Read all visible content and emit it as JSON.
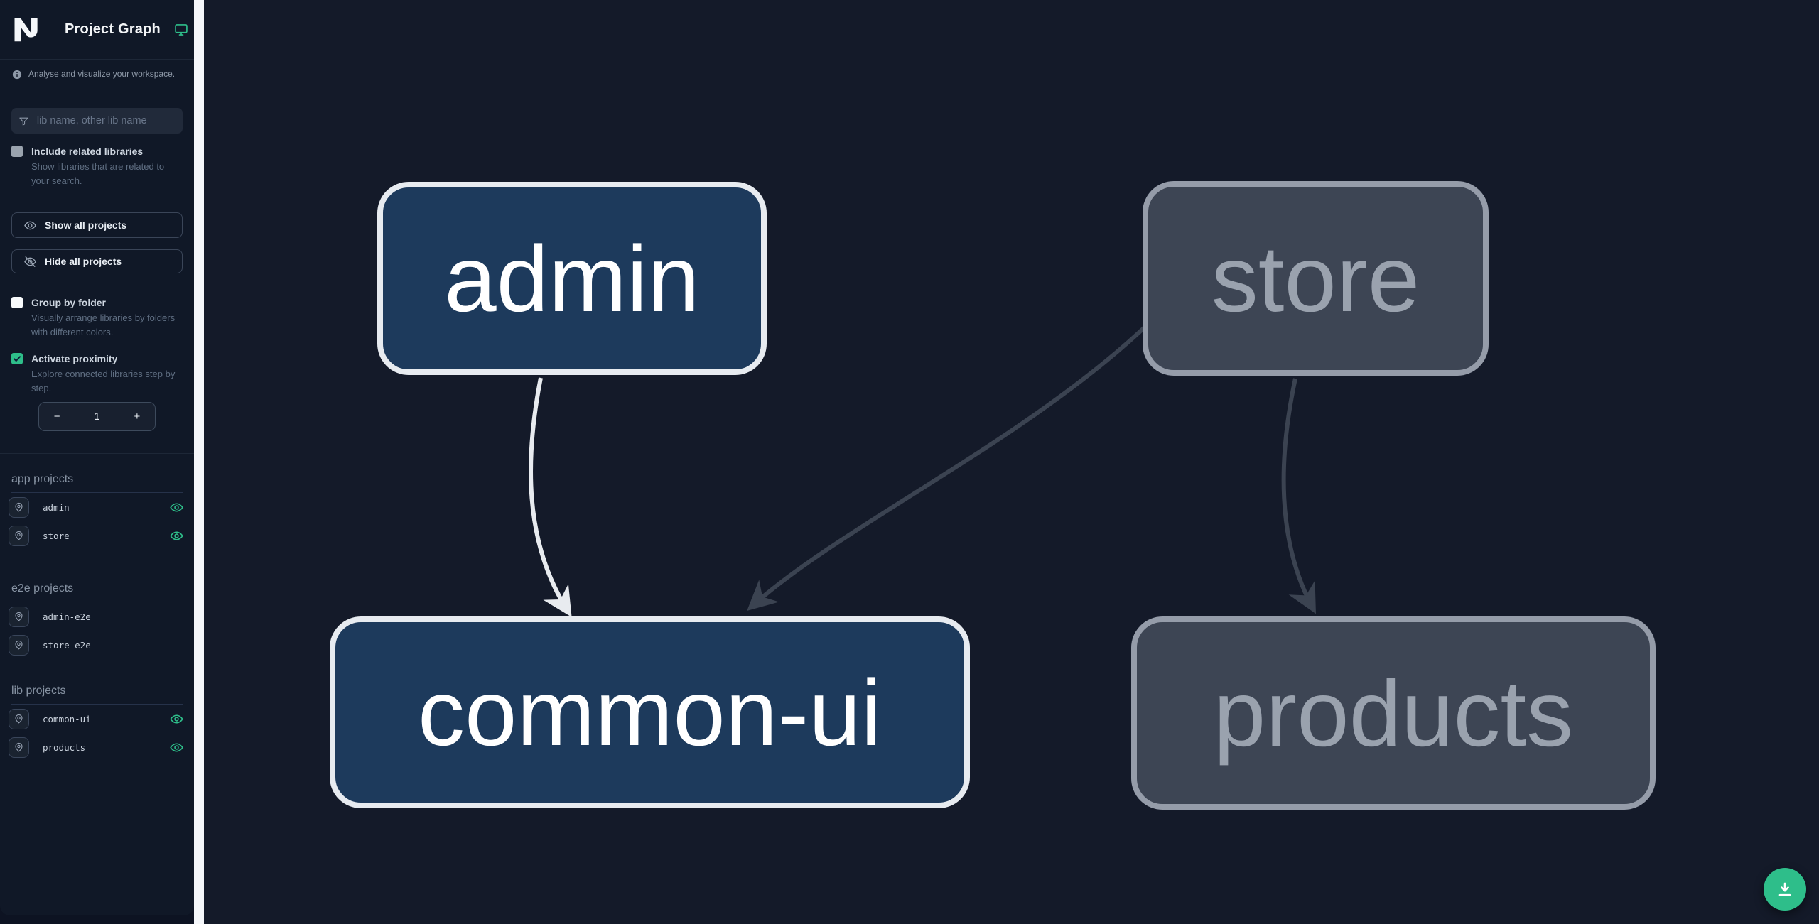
{
  "app": {
    "title": "Project Graph"
  },
  "sidebar": {
    "tagline": "Analyse and visualize your workspace.",
    "filter": {
      "placeholder": "lib name, other lib name",
      "value": ""
    },
    "options": {
      "include_related": {
        "label": "Include related libraries",
        "description": "Show libraries that are related to your search.",
        "checked": false
      },
      "group_by_folder": {
        "label": "Group by folder",
        "description": "Visually arrange libraries by folders with different colors.",
        "checked": false
      },
      "activate_proximity": {
        "label": "Activate proximity",
        "description": "Explore connected libraries step by step.",
        "checked": true
      }
    },
    "actions": {
      "show_all": "Show all projects",
      "hide_all": "Hide all projects"
    },
    "proximity": {
      "decrement": "−",
      "value": "1",
      "increment": "+"
    },
    "sections": [
      {
        "title": "app projects",
        "items": [
          {
            "name": "admin",
            "visible": true
          },
          {
            "name": "store",
            "visible": true
          }
        ]
      },
      {
        "title": "e2e projects",
        "items": [
          {
            "name": "admin-e2e",
            "visible": false
          },
          {
            "name": "store-e2e",
            "visible": false
          }
        ]
      },
      {
        "title": "lib projects",
        "items": [
          {
            "name": "common-ui",
            "visible": true
          },
          {
            "name": "products",
            "visible": true
          }
        ]
      }
    ]
  },
  "graph": {
    "nodes": [
      {
        "label": "admin",
        "type": "app",
        "state": "focused"
      },
      {
        "label": "store",
        "type": "app",
        "state": "faded"
      },
      {
        "label": "common-ui",
        "type": "lib",
        "state": "focused"
      },
      {
        "label": "products",
        "type": "lib",
        "state": "faded"
      }
    ],
    "edges": [
      {
        "from": "admin",
        "to": "common-ui",
        "state": "focused"
      },
      {
        "from": "store",
        "to": "common-ui",
        "state": "faded"
      },
      {
        "from": "store",
        "to": "products",
        "state": "faded"
      }
    ]
  },
  "colors": {
    "accent_green": "#2ebe8a",
    "sidebar_bg": "#101827",
    "canvas_bg": "#141a29",
    "divider": "#f5f7fa",
    "node_focused_fill": "#1d3a5c",
    "node_focused_border": "#e7ebf0",
    "node_faded_fill": "#3d4554",
    "node_faded_border": "#959ca9",
    "edge_focused": "#e8ebef",
    "edge_faded": "#3b4351"
  }
}
